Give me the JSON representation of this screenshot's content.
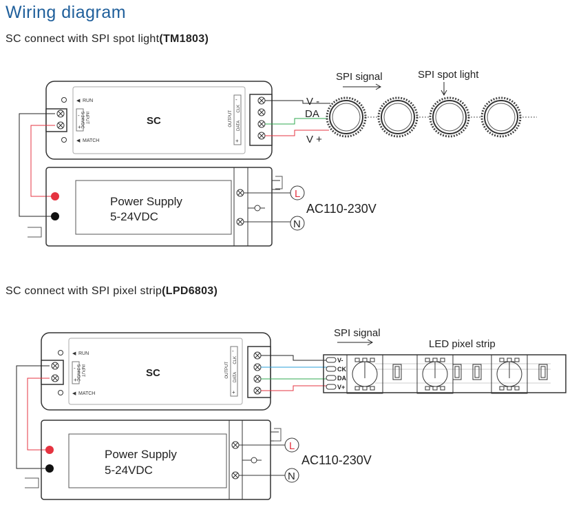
{
  "title": "Wiring diagram",
  "section1": {
    "heading": "SC connect with SPI spot light",
    "heading_model": "(TM1803)",
    "controller": {
      "name": "SC",
      "run": "RUN",
      "match": "MATCH",
      "input": "INPUT",
      "input_voltage": "5-24VDC",
      "output": "OUTPUT",
      "out_labels": [
        "-",
        "CLK",
        "DATA",
        "+"
      ],
      "in_labels": [
        "-",
        "+"
      ]
    },
    "wire_labels": [
      "V -",
      "DA",
      "V +"
    ],
    "spi_signal": "SPI signal",
    "spot_light": "SPI spot light",
    "power_supply": {
      "line1": "Power Supply",
      "line2": "5-24VDC"
    },
    "ac": "AC110-230V",
    "l": "L",
    "n": "N"
  },
  "section2": {
    "heading": "SC connect with SPI pixel strip",
    "heading_model": "(LPD6803)",
    "controller": {
      "name": "SC",
      "run": "RUN",
      "match": "MATCH",
      "input": "INPUT",
      "input_voltage": "5-24VDC",
      "output": "OUTPUT",
      "out_labels": [
        "-",
        "CLK",
        "DATA",
        "+"
      ],
      "in_labels": [
        "-",
        "+"
      ]
    },
    "strip_pins": [
      "V-",
      "CK",
      "DA",
      "V+"
    ],
    "spi_signal": "SPI signal",
    "strip": "LED pixel strip",
    "power_supply": {
      "line1": "Power Supply",
      "line2": "5-24VDC"
    },
    "ac": "AC110-230V",
    "l": "L",
    "n": "N"
  },
  "colors": {
    "title": "#1f5f9b",
    "red_wire": "#e53340",
    "green_wire": "#2fa84f",
    "blue_wire": "#2a9fd8",
    "black_wire": "#222222"
  }
}
